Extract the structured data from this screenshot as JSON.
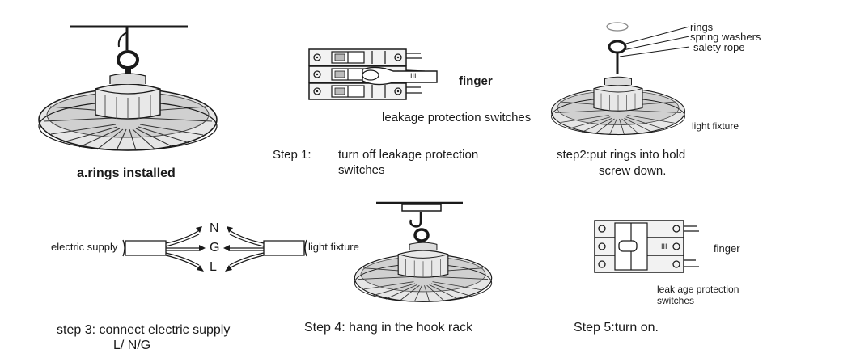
{
  "panels": {
    "a": {
      "caption": "a.rings installed"
    },
    "step1": {
      "number": "Step 1:",
      "text_line1": "turn off leakage protection",
      "text_line2": "switches",
      "finger": "finger",
      "switch_label": "leakage protection switches",
      "mark": "III"
    },
    "step2": {
      "line1": "step2:put rings into hold",
      "line2": "screw down.",
      "rings": "rings",
      "spring_washers": "spring washers",
      "safety_rope": "salety rope",
      "light_fixture": "light fixture"
    },
    "step3": {
      "line1": "step 3:  connect electric supply",
      "line2": "L/ N/G",
      "electric_supply": "electric supply",
      "light_fixture": "light fixture",
      "n": "N",
      "g": "G",
      "l": "L"
    },
    "step4": {
      "text": "Step 4: hang in the hook rack"
    },
    "step5": {
      "text": "Step 5:turn on.",
      "finger": "finger",
      "switch_line1": "leak age protection",
      "switch_line2": "switches",
      "mark": "III"
    }
  },
  "colors": {
    "ink": "#1a1a1a",
    "fill": "#d9d9d9",
    "light": "#f2f2f2"
  }
}
